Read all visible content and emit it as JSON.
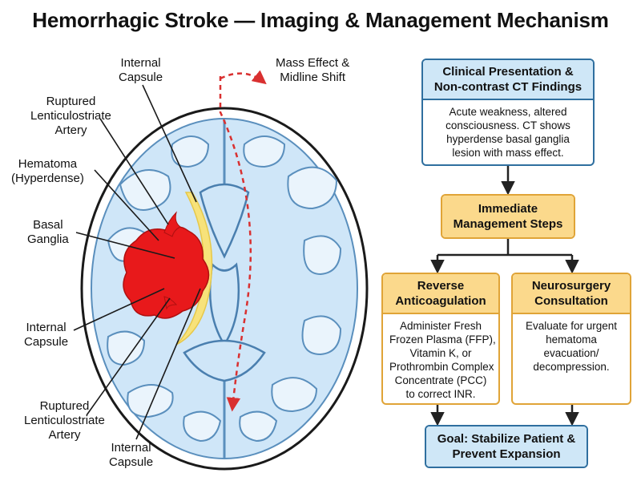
{
  "title": "Hemorrhagic Stroke — Imaging & Management Mechanism",
  "labels": {
    "internal_capsule_top": "Internal\nCapsule",
    "mass_effect": "Mass Effect &\nMidline Shift",
    "ruptured_artery_top": "Ruptured\nLenticulostriate\nArtery",
    "hematoma": "Hematoma\n(Hyperdense)",
    "basal_ganglia": "Basal\nGanglia",
    "internal_capsule_left": "Internal\nCapsule",
    "ruptured_artery_bottom": "Ruptured\nLenticulostriate\nArtery",
    "internal_capsule_bottom": "Internal\nCapsule"
  },
  "flow": {
    "clinical": {
      "title": "Clinical Presentation &\nNon-contrast CT Findings",
      "body": "Acute weakness, altered\nconsciousness. CT shows\nhyperdense basal ganglia\nlesion with mass effect."
    },
    "immediate": {
      "title": "Immediate\nManagement Steps"
    },
    "reverse": {
      "title": "Reverse\nAnticoagulation",
      "body": "Administer Fresh\nFrozen Plasma (FFP),\nVitamin K, or\nProthrombin Complex\nConcentrate (PCC)\nto correct INR."
    },
    "neuro": {
      "title": "Neurosurgery\nConsultation",
      "body": "Evaluate for urgent\nhematoma\nevacuation/\ndecompression."
    },
    "goal": {
      "title": "Goal: Stabilize Patient &\nPrevent Expansion"
    }
  },
  "colors": {
    "brain_fill": "#cfe6f8",
    "brain_outline": "#5a8fbd",
    "hematoma": "#e8191b",
    "internal_capsule": "#f7e27a",
    "arrow_dashed": "#d93030",
    "flow_blue": "#2f6f9f",
    "flow_orange": "#e0a437"
  }
}
